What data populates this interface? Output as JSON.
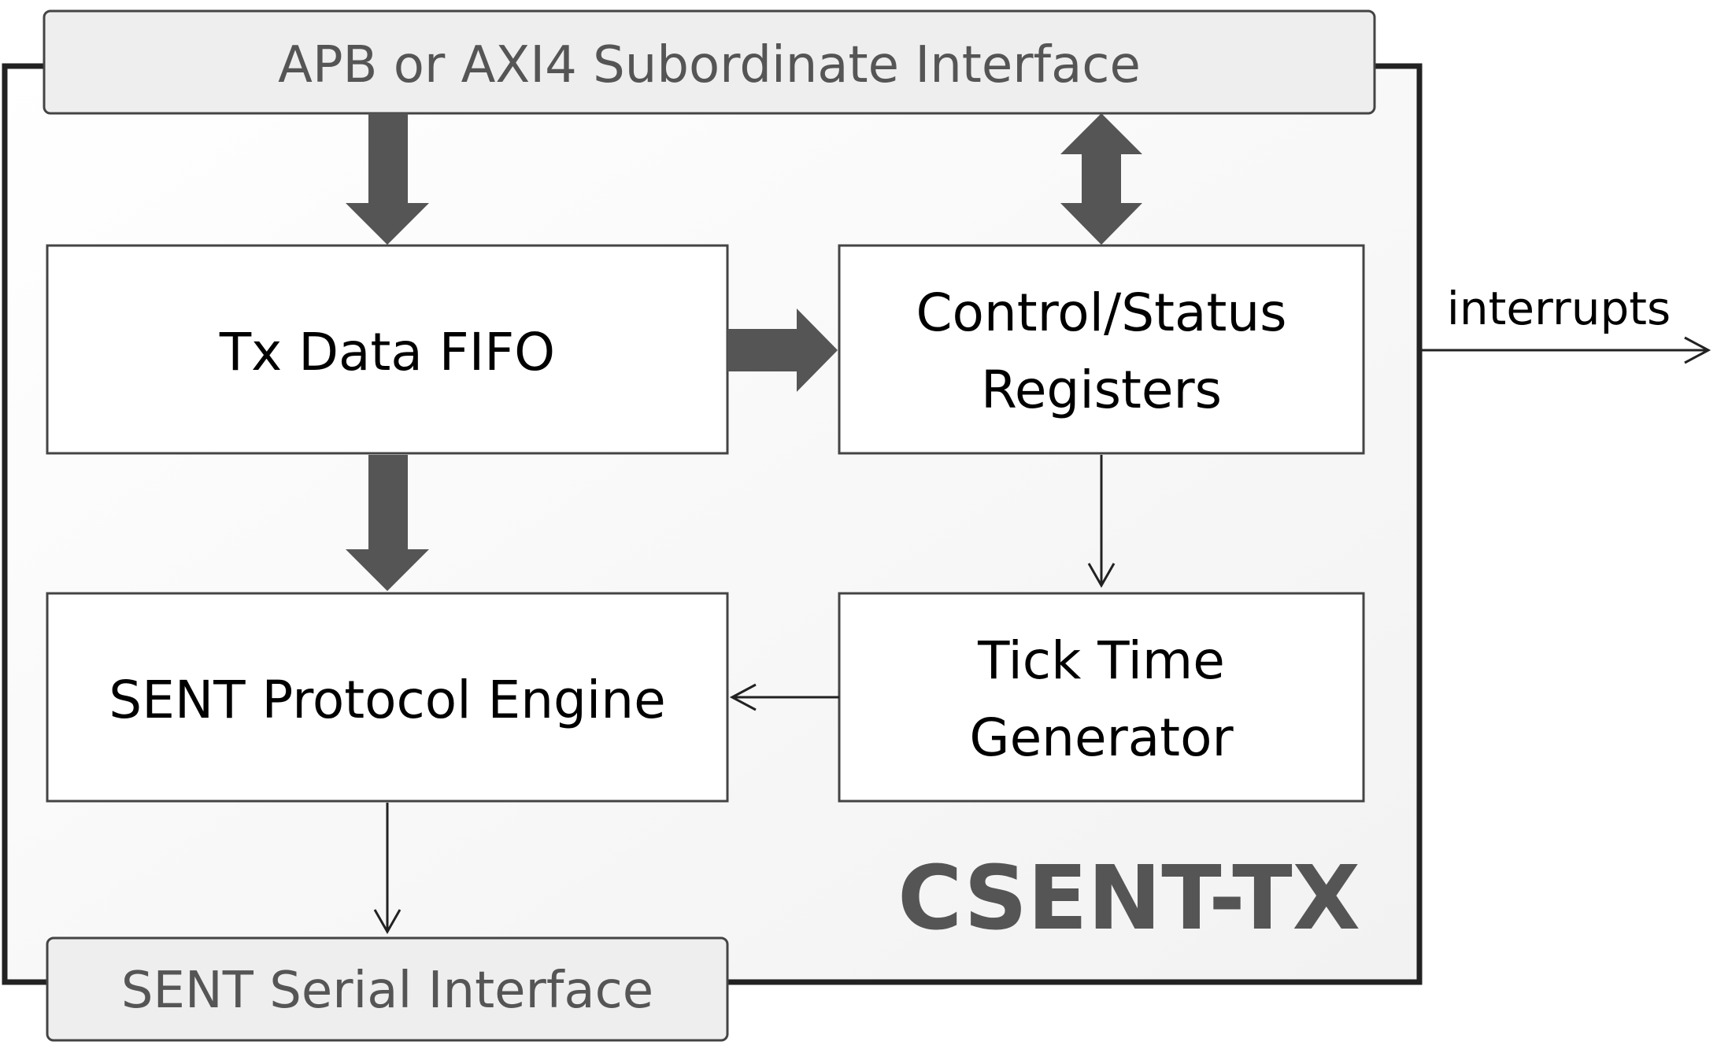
{
  "diagram": {
    "title": "CSENT-TX",
    "apb_interface": "APB or AXI4 Subordinate Interface",
    "sent_interface": "SENT Serial Interface",
    "tx_fifo": "Tx Data FIFO",
    "control_status": [
      "Control/Status",
      "Registers"
    ],
    "tick_time": [
      "Tick Time",
      "Generator"
    ],
    "protocol_engine": "SENT Protocol Engine",
    "interrupts": "interrupts"
  },
  "colors": {
    "outer_border": "#222222",
    "fat_arrow": "#555555",
    "interface_fill": "#eeeeee",
    "interface_text": "#555555",
    "title": "#555555"
  }
}
